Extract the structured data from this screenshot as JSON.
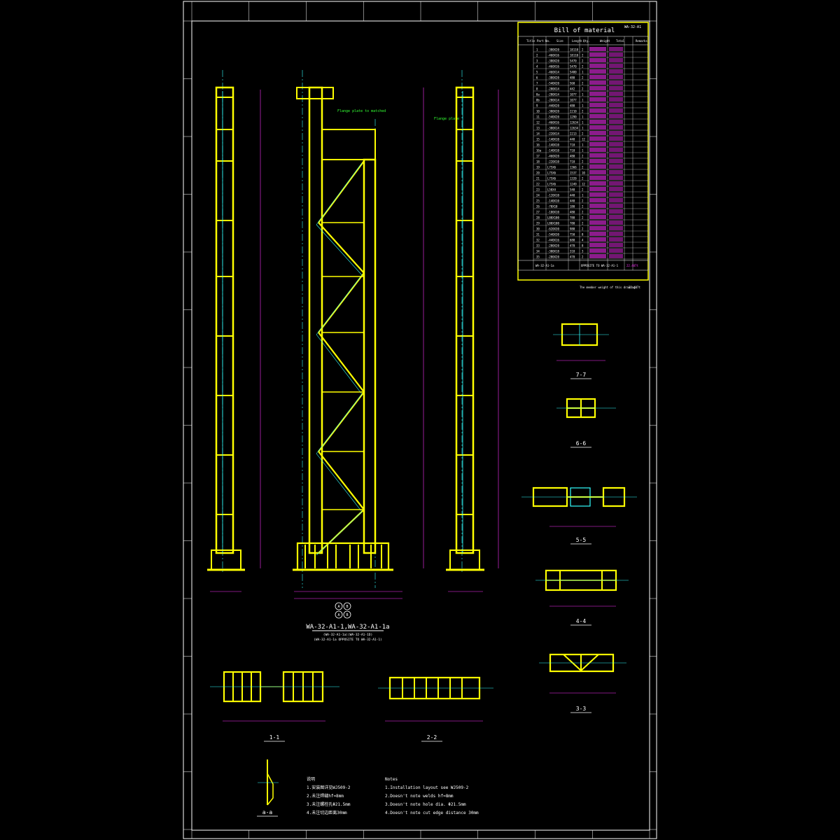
{
  "colors": {
    "background": "#000000",
    "frame": "#ffffff",
    "steel": "#ffff00",
    "dimension": "#ff33ff",
    "centerline": "#33ffff",
    "annotation": "#33ff33",
    "weld_mark": "#ff0000"
  },
  "bom": {
    "title": "Bill of material",
    "drawing_no": "WA-32-A1",
    "headers": [
      "Title",
      "Part No.",
      "Size",
      "Length",
      "Qty.",
      "Weight",
      "Total",
      "Remarks"
    ],
    "rows": [
      {
        "no": "1",
        "size": "-380X20",
        "len": "18110",
        "qty": "2"
      },
      {
        "no": "2",
        "size": "-460X16",
        "len": "18110",
        "qty": "2"
      },
      {
        "no": "3",
        "size": "-380X20",
        "len": "5470",
        "qty": "2"
      },
      {
        "no": "4",
        "size": "-460X16",
        "len": "5470",
        "qty": "2"
      },
      {
        "no": "5",
        "size": "-460X14",
        "len": "5480",
        "qty": "1"
      },
      {
        "no": "6",
        "size": "-380X20",
        "len": "480",
        "qty": "2"
      },
      {
        "no": "7",
        "size": "-540X20",
        "len": "560",
        "qty": "2"
      },
      {
        "no": "8",
        "size": "-280X14",
        "len": "442",
        "qty": "2"
      },
      {
        "no": "8a",
        "size": "-280X14",
        "len": "1077",
        "qty": "1"
      },
      {
        "no": "8b",
        "size": "-280X14",
        "len": "1077",
        "qty": "1"
      },
      {
        "no": "9",
        "size": "-440X20",
        "len": "480",
        "qty": "1"
      },
      {
        "no": "10",
        "size": "-380X20",
        "len": "2210",
        "qty": "2"
      },
      {
        "no": "11",
        "size": "-540X20",
        "len": "1290",
        "qty": "1"
      },
      {
        "no": "12",
        "size": "-460X16",
        "len": "12634",
        "qty": "1"
      },
      {
        "no": "13",
        "size": "-380X14",
        "len": "12634",
        "qty": "1"
      },
      {
        "no": "14",
        "size": "-220X14",
        "len": "2213",
        "qty": "2"
      },
      {
        "no": "15",
        "size": "-140X10",
        "len": "440",
        "qty": "12"
      },
      {
        "no": "16",
        "size": "-140X10",
        "len": "710",
        "qty": "1"
      },
      {
        "no": "16a",
        "size": "-140X10",
        "len": "710",
        "qty": "1"
      },
      {
        "no": "17",
        "size": "-460X20",
        "len": "480",
        "qty": "2"
      },
      {
        "no": "18",
        "size": "-220X10",
        "len": "710",
        "qty": "2"
      },
      {
        "no": "19",
        "size": "L75X6",
        "len": "1366",
        "qty": "2"
      },
      {
        "no": "20",
        "size": "L75X6",
        "len": "1537",
        "qty": "10"
      },
      {
        "no": "21",
        "size": "L75X6",
        "len": "1320",
        "qty": "2"
      },
      {
        "no": "22",
        "size": "L75X6",
        "len": "1249",
        "qty": "12"
      },
      {
        "no": "23",
        "size": "L50X4",
        "len": "540",
        "qty": "2"
      },
      {
        "no": "24",
        "size": "-120X10",
        "len": "440",
        "qty": "1"
      },
      {
        "no": "25",
        "size": "-140X10",
        "len": "440",
        "qty": "2"
      },
      {
        "no": "26",
        "size": "-70X10",
        "len": "180",
        "qty": "2"
      },
      {
        "no": "27",
        "size": "-180X10",
        "len": "480",
        "qty": "2"
      },
      {
        "no": "28",
        "size": "L80X100",
        "len": "780",
        "qty": "2"
      },
      {
        "no": "29",
        "size": "L80X100",
        "len": "780",
        "qty": "2"
      },
      {
        "no": "30",
        "size": "-620X30",
        "len": "980",
        "qty": "2"
      },
      {
        "no": "31",
        "size": "-540X30",
        "len": "750",
        "qty": "8"
      },
      {
        "no": "32",
        "size": "-440X16",
        "len": "680",
        "qty": "4"
      },
      {
        "no": "33",
        "size": "-200X20",
        "len": "470",
        "qty": "8"
      },
      {
        "no": "34",
        "size": "-300X18",
        "len": "318",
        "qty": "3"
      },
      {
        "no": "35",
        "size": "-200X20",
        "len": "470",
        "qty": "2"
      }
    ],
    "footer_left": "WA-32-A1-1a",
    "footer_right": "OPPOSITE TO WA-32-A1-1",
    "total_label": "The member weight of this drawing",
    "total_weight": "22.407t"
  },
  "main_view": {
    "title": "WA-32-A1-1,WA-32-A1-1a",
    "subtitle_1": "(WA-32-A1-1a)(WA-32-A1-1D)",
    "subtitle_2": "(WA-32-A1-1a OPPOSITE TO WA-32-A1-1)",
    "note_1": "Flange plate to matched",
    "note_2": "Flange plate",
    "axis_a": "A",
    "axis_b": "B"
  },
  "sections": {
    "s77": "7-7",
    "s66": "6-6",
    "s55": "5-5",
    "s44": "4-4",
    "s33": "3-3",
    "s11": "1-1",
    "s22": "2-2",
    "saa": "a-a"
  },
  "notes_cn": {
    "title": "说明",
    "items": [
      "1.安装图详见WJ509-2",
      "2.未注焊缝hf=8mm",
      "3.未注螺栓孔Φ21.5mm",
      "4.未注切边距离30mm"
    ]
  },
  "notes_en": {
    "title": "Notes",
    "items": [
      "1.Installation layout see WJ509-2",
      "2.Doesn't note welds hf=8mm",
      "3.Doesn't note hole dia. Φ21.5mm",
      "4.Doesn't note cut  edge distance 30mm"
    ]
  }
}
